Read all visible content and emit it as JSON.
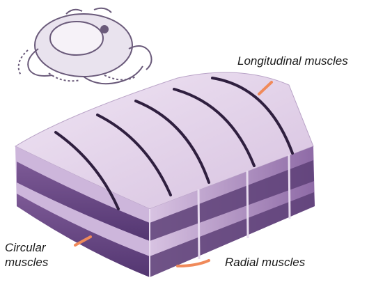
{
  "labels": {
    "longitudinal": "Longitudinal muscles",
    "circular_line1": "Circular",
    "circular_line2": "muscles",
    "radial": "Radial muscles"
  },
  "colors": {
    "background": "#ffffff",
    "muscle_light": "#d9c6e3",
    "muscle_dark": "#6b4a84",
    "muscle_deep": "#4a2f60",
    "band": "#2f1f3f",
    "arrow": "#f08a5a",
    "octopus_outline": "#6a5a7a"
  },
  "icons": {
    "octopus": "octopus-illustration"
  }
}
